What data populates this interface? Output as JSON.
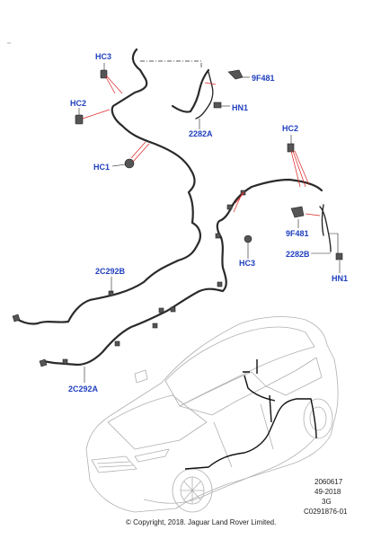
{
  "callouts": {
    "hc3_top": "HC3",
    "hc2_left": "HC2",
    "hc1": "HC1",
    "f9481_top": "9F481",
    "hn1_top": "HN1",
    "a2282_top": "2282A",
    "hc2_right": "HC2",
    "f9481_right": "9F481",
    "b2282": "2282B",
    "hc3_mid": "HC3",
    "hn1_right": "HN1",
    "c2c292b": "2C292B",
    "c2c292a": "2C292A"
  },
  "reference": {
    "line1": "2060617",
    "line2": "49-2018",
    "line3": "3G",
    "line4": "C0291876-01"
  },
  "copyright": "© Copyright, 2018. Jaguar Land Rover Limited.",
  "colors": {
    "callout": "#1f3fbf",
    "leader": "#dd2222",
    "pipe": "#2a2a2a",
    "car_outline": "#b0b0b0"
  }
}
